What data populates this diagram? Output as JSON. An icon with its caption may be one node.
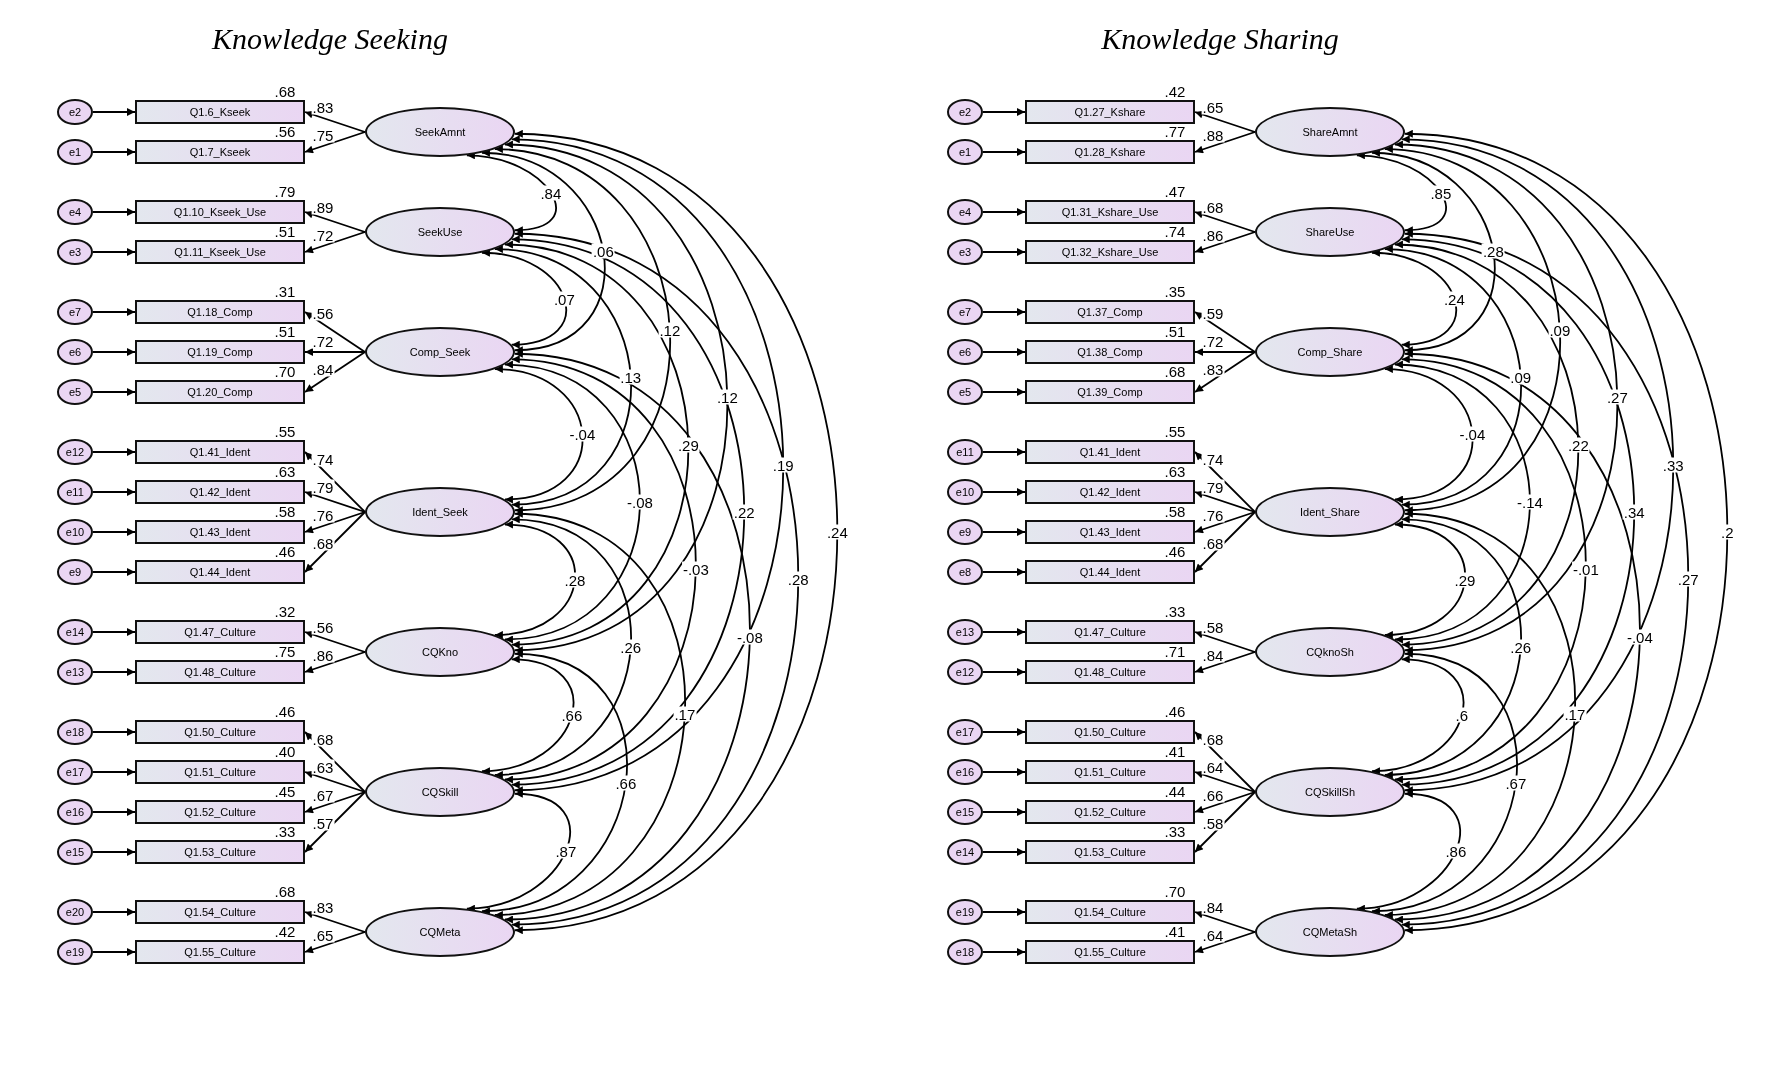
{
  "diagram": {
    "nodes": [
      {
        "text": [
          "Knowledge Seeking"
        ]
      },
      {
        "text": [
          "e2"
        ],
        "in": 0
      },
      {
        "text": [
          "Q1.6_Kseek"
        ],
        "in": 0,
        "beside": [
          ".68"
        ]
      },
      {
        "text": [
          "e1"
        ],
        "in": 0
      },
      {
        "text": [
          "Q1.7_Kseek"
        ],
        "in": 0,
        "beside": [
          ".56"
        ]
      },
      {
        "text": [
          "SeekAmnt"
        ],
        "in": 0
      },
      {
        "text": [
          "e4"
        ],
        "in": 0
      },
      {
        "text": [
          "Q1.10_Kseek_Use"
        ],
        "in": 0,
        "beside": [
          ".79"
        ]
      },
      {
        "text": [
          "e3"
        ],
        "in": 0
      },
      {
        "text": [
          "Q1.11_Kseek_Use"
        ],
        "in": 0,
        "beside": [
          ".51"
        ]
      },
      {
        "text": [
          "SeekUse"
        ],
        "in": 0
      },
      {
        "text": [
          "e7"
        ],
        "in": 0
      },
      {
        "text": [
          "Q1.18_Comp"
        ],
        "in": 0,
        "beside": [
          ".31"
        ]
      },
      {
        "text": [
          "e6"
        ],
        "in": 0
      },
      {
        "text": [
          "Q1.19_Comp"
        ],
        "in": 0,
        "beside": [
          ".51"
        ]
      },
      {
        "text": [
          "e5"
        ],
        "in": 0
      },
      {
        "text": [
          "Q1.20_Comp"
        ],
        "in": 0,
        "beside": [
          ".70"
        ]
      },
      {
        "text": [
          "Comp_Seek"
        ],
        "in": 0
      },
      {
        "text": [
          "e12"
        ],
        "in": 0
      },
      {
        "text": [
          "Q1.41_Ident"
        ],
        "in": 0,
        "beside": [
          ".55"
        ]
      },
      {
        "text": [
          "e11"
        ],
        "in": 0
      },
      {
        "text": [
          "Q1.42_Ident"
        ],
        "in": 0,
        "beside": [
          ".63"
        ]
      },
      {
        "text": [
          "e10"
        ],
        "in": 0
      },
      {
        "text": [
          "Q1.43_Ident"
        ],
        "in": 0,
        "beside": [
          ".58"
        ]
      },
      {
        "text": [
          "e9"
        ],
        "in": 0
      },
      {
        "text": [
          "Q1.44_Ident"
        ],
        "in": 0,
        "beside": [
          ".46"
        ]
      },
      {
        "text": [
          "Ident_Seek"
        ],
        "in": 0
      },
      {
        "text": [
          "e14"
        ],
        "in": 0
      },
      {
        "text": [
          "Q1.47_Culture"
        ],
        "in": 0,
        "beside": [
          ".32"
        ]
      },
      {
        "text": [
          "e13"
        ],
        "in": 0
      },
      {
        "text": [
          "Q1.48_Culture"
        ],
        "in": 0,
        "beside": [
          ".75"
        ]
      },
      {
        "text": [
          "CQKno"
        ],
        "in": 0
      },
      {
        "text": [
          "e18"
        ],
        "in": 0
      },
      {
        "text": [
          "Q1.50_Culture"
        ],
        "in": 0,
        "beside": [
          ".46"
        ]
      },
      {
        "text": [
          "e17"
        ],
        "in": 0
      },
      {
        "text": [
          "Q1.51_Culture"
        ],
        "in": 0,
        "beside": [
          ".40"
        ]
      },
      {
        "text": [
          "e16"
        ],
        "in": 0
      },
      {
        "text": [
          "Q1.52_Culture"
        ],
        "in": 0,
        "beside": [
          ".45"
        ]
      },
      {
        "text": [
          "e15"
        ],
        "in": 0
      },
      {
        "text": [
          "Q1.53_Culture"
        ],
        "in": 0,
        "beside": [
          ".33"
        ]
      },
      {
        "text": [
          "CQSkill"
        ],
        "in": 0
      },
      {
        "text": [
          "e20"
        ],
        "in": 0
      },
      {
        "text": [
          "Q1.54_Culture"
        ],
        "in": 0,
        "beside": [
          ".68"
        ]
      },
      {
        "text": [
          "e19"
        ],
        "in": 0
      },
      {
        "text": [
          "Q1.55_Culture"
        ],
        "in": 0,
        "beside": [
          ".42"
        ]
      },
      {
        "text": [
          "CQMeta"
        ],
        "in": 0
      },
      {
        "text": [
          "Knowledge Sharing"
        ]
      },
      {
        "text": [
          "e2"
        ],
        "in": 46
      },
      {
        "text": [
          "Q1.27_Kshare"
        ],
        "in": 46,
        "beside": [
          ".42"
        ]
      },
      {
        "text": [
          "e1"
        ],
        "in": 46
      },
      {
        "text": [
          "Q1.28_Kshare"
        ],
        "in": 46,
        "beside": [
          ".77"
        ]
      },
      {
        "text": [
          "ShareAmnt"
        ],
        "in": 46
      },
      {
        "text": [
          "e4"
        ],
        "in": 46
      },
      {
        "text": [
          "Q1.31_Kshare_Use"
        ],
        "in": 46,
        "beside": [
          ".47"
        ]
      },
      {
        "text": [
          "e3"
        ],
        "in": 46
      },
      {
        "text": [
          "Q1.32_Kshare_Use"
        ],
        "in": 46,
        "beside": [
          ".74"
        ]
      },
      {
        "text": [
          "ShareUse"
        ],
        "in": 46
      },
      {
        "text": [
          "e7"
        ],
        "in": 46
      },
      {
        "text": [
          "Q1.37_Comp"
        ],
        "in": 46,
        "beside": [
          ".35"
        ]
      },
      {
        "text": [
          "e6"
        ],
        "in": 46
      },
      {
        "text": [
          "Q1.38_Comp"
        ],
        "in": 46,
        "beside": [
          ".51"
        ]
      },
      {
        "text": [
          "e5"
        ],
        "in": 46
      },
      {
        "text": [
          "Q1.39_Comp"
        ],
        "in": 46,
        "beside": [
          ".68"
        ]
      },
      {
        "text": [
          "Comp_Share"
        ],
        "in": 46
      },
      {
        "text": [
          "e11"
        ],
        "in": 46
      },
      {
        "text": [
          "Q1.41_Ident"
        ],
        "in": 46,
        "beside": [
          ".55"
        ]
      },
      {
        "text": [
          "e10"
        ],
        "in": 46
      },
      {
        "text": [
          "Q1.42_Ident"
        ],
        "in": 46,
        "beside": [
          ".63"
        ]
      },
      {
        "text": [
          "e9"
        ],
        "in": 46
      },
      {
        "text": [
          "Q1.43_Ident"
        ],
        "in": 46,
        "beside": [
          ".58"
        ]
      },
      {
        "text": [
          "e8"
        ],
        "in": 46
      },
      {
        "text": [
          "Q1.44_Ident"
        ],
        "in": 46,
        "beside": [
          ".46"
        ]
      },
      {
        "text": [
          "Ident_Share"
        ],
        "in": 46
      },
      {
        "text": [
          "e13"
        ],
        "in": 46
      },
      {
        "text": [
          "Q1.47_Culture"
        ],
        "in": 46,
        "beside": [
          ".33"
        ]
      },
      {
        "text": [
          "e12"
        ],
        "in": 46
      },
      {
        "text": [
          "Q1.48_Culture"
        ],
        "in": 46,
        "beside": [
          ".71"
        ]
      },
      {
        "text": [
          "CQknoSh"
        ],
        "in": 46
      },
      {
        "text": [
          "e17"
        ],
        "in": 46
      },
      {
        "text": [
          "Q1.50_Culture"
        ],
        "in": 46,
        "beside": [
          ".46"
        ]
      },
      {
        "text": [
          "e16"
        ],
        "in": 46
      },
      {
        "text": [
          "Q1.51_Culture"
        ],
        "in": 46,
        "beside": [
          ".41"
        ]
      },
      {
        "text": [
          "e15"
        ],
        "in": 46
      },
      {
        "text": [
          "Q1.52_Culture"
        ],
        "in": 46,
        "beside": [
          ".44"
        ]
      },
      {
        "text": [
          "e14"
        ],
        "in": 46
      },
      {
        "text": [
          "Q1.53_Culture"
        ],
        "in": 46,
        "beside": [
          ".33"
        ]
      },
      {
        "text": [
          "CQSkillSh"
        ],
        "in": 46
      },
      {
        "text": [
          "e19"
        ],
        "in": 46
      },
      {
        "text": [
          "Q1.54_Culture"
        ],
        "in": 46,
        "beside": [
          ".70"
        ]
      },
      {
        "text": [
          "e18"
        ],
        "in": 46
      },
      {
        "text": [
          "Q1.55_Culture"
        ],
        "in": 46,
        "beside": [
          ".41"
        ]
      },
      {
        "text": [
          "CQMetaSh"
        ],
        "in": 46
      }
    ],
    "edges": [
      {
        "from": 1,
        "to": 2,
        "arrow": "to"
      },
      {
        "from": 3,
        "to": 4,
        "arrow": "to"
      },
      {
        "from": 5,
        "to": 2,
        "arrow": "to",
        "label": ".83"
      },
      {
        "from": 5,
        "to": 4,
        "arrow": "to",
        "label": ".75"
      },
      {
        "from": 6,
        "to": 7,
        "arrow": "to"
      },
      {
        "from": 8,
        "to": 9,
        "arrow": "to"
      },
      {
        "from": 10,
        "to": 7,
        "arrow": "to",
        "label": ".89"
      },
      {
        "from": 10,
        "to": 9,
        "arrow": "to",
        "label": ".72"
      },
      {
        "from": 11,
        "to": 12,
        "arrow": "to"
      },
      {
        "from": 13,
        "to": 14,
        "arrow": "to"
      },
      {
        "from": 15,
        "to": 16,
        "arrow": "to"
      },
      {
        "from": 17,
        "to": 12,
        "arrow": "to",
        "label": ".56"
      },
      {
        "from": 17,
        "to": 14,
        "arrow": "to",
        "label": ".72"
      },
      {
        "from": 17,
        "to": 16,
        "arrow": "to",
        "label": ".84"
      },
      {
        "from": 18,
        "to": 19,
        "arrow": "to"
      },
      {
        "from": 20,
        "to": 21,
        "arrow": "to"
      },
      {
        "from": 22,
        "to": 23,
        "arrow": "to"
      },
      {
        "from": 24,
        "to": 25,
        "arrow": "to"
      },
      {
        "from": 26,
        "to": 19,
        "arrow": "to",
        "label": ".74"
      },
      {
        "from": 26,
        "to": 21,
        "arrow": "to",
        "label": ".79"
      },
      {
        "from": 26,
        "to": 23,
        "arrow": "to",
        "label": ".76"
      },
      {
        "from": 26,
        "to": 25,
        "arrow": "to",
        "label": ".68"
      },
      {
        "from": 27,
        "to": 28,
        "arrow": "to"
      },
      {
        "from": 29,
        "to": 30,
        "arrow": "to"
      },
      {
        "from": 31,
        "to": 28,
        "arrow": "to",
        "label": ".56"
      },
      {
        "from": 31,
        "to": 30,
        "arrow": "to",
        "label": ".86"
      },
      {
        "from": 32,
        "to": 33,
        "arrow": "to"
      },
      {
        "from": 34,
        "to": 35,
        "arrow": "to"
      },
      {
        "from": 36,
        "to": 37,
        "arrow": "to"
      },
      {
        "from": 38,
        "to": 39,
        "arrow": "to"
      },
      {
        "from": 40,
        "to": 33,
        "arrow": "to",
        "label": ".68"
      },
      {
        "from": 40,
        "to": 35,
        "arrow": "to",
        "label": ".63"
      },
      {
        "from": 40,
        "to": 37,
        "arrow": "to",
        "label": ".67"
      },
      {
        "from": 40,
        "to": 39,
        "arrow": "to",
        "label": ".57"
      },
      {
        "from": 41,
        "to": 42,
        "arrow": "to"
      },
      {
        "from": 43,
        "to": 44,
        "arrow": "to"
      },
      {
        "from": 45,
        "to": 42,
        "arrow": "to",
        "label": ".83"
      },
      {
        "from": 45,
        "to": 44,
        "arrow": "to",
        "label": ".65"
      },
      {
        "from": 5,
        "to": 10,
        "arrow": "both",
        "label": ".84"
      },
      {
        "from": 5,
        "to": 17,
        "arrow": "both",
        "label": ".06"
      },
      {
        "from": 5,
        "to": 26,
        "arrow": "both",
        "label": ".12"
      },
      {
        "from": 5,
        "to": 31,
        "arrow": "both",
        "label": ".12"
      },
      {
        "from": 5,
        "to": 40,
        "arrow": "both",
        "label": ".19"
      },
      {
        "from": 5,
        "to": 45,
        "arrow": "both",
        "label": ".24"
      },
      {
        "from": 10,
        "to": 17,
        "arrow": "both",
        "label": ".07"
      },
      {
        "from": 10,
        "to": 26,
        "arrow": "both",
        "label": ".13"
      },
      {
        "from": 10,
        "to": 31,
        "arrow": "both",
        "label": ".29"
      },
      {
        "from": 10,
        "to": 40,
        "arrow": "both",
        "label": ".22"
      },
      {
        "from": 10,
        "to": 45,
        "arrow": "both",
        "label": ".28"
      },
      {
        "from": 17,
        "to": 26,
        "arrow": "both",
        "label": "-.04"
      },
      {
        "from": 17,
        "to": 31,
        "arrow": "both",
        "label": "-.08"
      },
      {
        "from": 17,
        "to": 40,
        "arrow": "both",
        "label": "-.03"
      },
      {
        "from": 17,
        "to": 45,
        "arrow": "both",
        "label": "-.08"
      },
      {
        "from": 26,
        "to": 31,
        "arrow": "both",
        "label": ".28"
      },
      {
        "from": 26,
        "to": 40,
        "arrow": "both",
        "label": ".26"
      },
      {
        "from": 26,
        "to": 45,
        "arrow": "both",
        "label": ".17"
      },
      {
        "from": 31,
        "to": 40,
        "arrow": "both",
        "label": ".66"
      },
      {
        "from": 31,
        "to": 45,
        "arrow": "both",
        "label": ".66"
      },
      {
        "from": 40,
        "to": 45,
        "arrow": "both",
        "label": ".87"
      },
      {
        "from": 47,
        "to": 48,
        "arrow": "to"
      },
      {
        "from": 49,
        "to": 50,
        "arrow": "to"
      },
      {
        "from": 51,
        "to": 48,
        "arrow": "to",
        "label": ".65"
      },
      {
        "from": 51,
        "to": 50,
        "arrow": "to",
        "label": ".88"
      },
      {
        "from": 52,
        "to": 53,
        "arrow": "to"
      },
      {
        "from": 54,
        "to": 55,
        "arrow": "to"
      },
      {
        "from": 56,
        "to": 53,
        "arrow": "to",
        "label": ".68"
      },
      {
        "from": 56,
        "to": 55,
        "arrow": "to",
        "label": ".86"
      },
      {
        "from": 57,
        "to": 58,
        "arrow": "to"
      },
      {
        "from": 59,
        "to": 60,
        "arrow": "to"
      },
      {
        "from": 61,
        "to": 62,
        "arrow": "to"
      },
      {
        "from": 63,
        "to": 58,
        "arrow": "to",
        "label": ".59"
      },
      {
        "from": 63,
        "to": 60,
        "arrow": "to",
        "label": ".72"
      },
      {
        "from": 63,
        "to": 62,
        "arrow": "to",
        "label": ".83"
      },
      {
        "from": 64,
        "to": 65,
        "arrow": "to"
      },
      {
        "from": 66,
        "to": 67,
        "arrow": "to"
      },
      {
        "from": 68,
        "to": 69,
        "arrow": "to"
      },
      {
        "from": 70,
        "to": 71,
        "arrow": "to"
      },
      {
        "from": 72,
        "to": 65,
        "arrow": "to",
        "label": ".74"
      },
      {
        "from": 72,
        "to": 67,
        "arrow": "to",
        "label": ".79"
      },
      {
        "from": 72,
        "to": 69,
        "arrow": "to",
        "label": ".76"
      },
      {
        "from": 72,
        "to": 71,
        "arrow": "to",
        "label": ".68"
      },
      {
        "from": 73,
        "to": 74,
        "arrow": "to"
      },
      {
        "from": 75,
        "to": 76,
        "arrow": "to"
      },
      {
        "from": 77,
        "to": 74,
        "arrow": "to",
        "label": ".58"
      },
      {
        "from": 77,
        "to": 76,
        "arrow": "to",
        "label": ".84"
      },
      {
        "from": 78,
        "to": 79,
        "arrow": "to"
      },
      {
        "from": 80,
        "to": 81,
        "arrow": "to"
      },
      {
        "from": 82,
        "to": 83,
        "arrow": "to"
      },
      {
        "from": 84,
        "to": 85,
        "arrow": "to"
      },
      {
        "from": 86,
        "to": 79,
        "arrow": "to",
        "label": ".68"
      },
      {
        "from": 86,
        "to": 81,
        "arrow": "to",
        "label": ".64"
      },
      {
        "from": 86,
        "to": 83,
        "arrow": "to",
        "label": ".66"
      },
      {
        "from": 86,
        "to": 85,
        "arrow": "to",
        "label": ".58"
      },
      {
        "from": 87,
        "to": 88,
        "arrow": "to"
      },
      {
        "from": 89,
        "to": 90,
        "arrow": "to"
      },
      {
        "from": 91,
        "to": 88,
        "arrow": "to",
        "label": ".84"
      },
      {
        "from": 91,
        "to": 90,
        "arrow": "to",
        "label": ".64"
      },
      {
        "from": 51,
        "to": 56,
        "arrow": "both",
        "label": ".85"
      },
      {
        "from": 51,
        "to": 63,
        "arrow": "both",
        "label": ".28"
      },
      {
        "from": 51,
        "to": 72,
        "arrow": "both",
        "label": ".09"
      },
      {
        "from": 51,
        "to": 77,
        "arrow": "both",
        "label": ".27"
      },
      {
        "from": 51,
        "to": 86,
        "arrow": "both",
        "label": ".33"
      },
      {
        "from": 51,
        "to": 91,
        "arrow": "both",
        "label": ".2"
      },
      {
        "from": 56,
        "to": 63,
        "arrow": "both",
        "label": ".24"
      },
      {
        "from": 56,
        "to": 72,
        "arrow": "both",
        "label": ".09"
      },
      {
        "from": 56,
        "to": 77,
        "arrow": "both",
        "label": ".22"
      },
      {
        "from": 56,
        "to": 86,
        "arrow": "both",
        "label": ".34"
      },
      {
        "from": 56,
        "to": 91,
        "arrow": "both",
        "label": ".27"
      },
      {
        "from": 63,
        "to": 72,
        "arrow": "both",
        "label": "-.04"
      },
      {
        "from": 63,
        "to": 77,
        "arrow": "both",
        "label": "-.14"
      },
      {
        "from": 63,
        "to": 86,
        "arrow": "both",
        "label": "-.01"
      },
      {
        "from": 63,
        "to": 91,
        "arrow": "both",
        "label": "-.04"
      },
      {
        "from": 72,
        "to": 77,
        "arrow": "both",
        "label": ".29"
      },
      {
        "from": 72,
        "to": 86,
        "arrow": "both",
        "label": ".26"
      },
      {
        "from": 72,
        "to": 91,
        "arrow": "both",
        "label": ".17"
      },
      {
        "from": 77,
        "to": 86,
        "arrow": "both",
        "label": ".6"
      },
      {
        "from": 77,
        "to": 91,
        "arrow": "both",
        "label": ".67"
      },
      {
        "from": 86,
        "to": 91,
        "arrow": "both",
        "label": ".86"
      }
    ]
  }
}
